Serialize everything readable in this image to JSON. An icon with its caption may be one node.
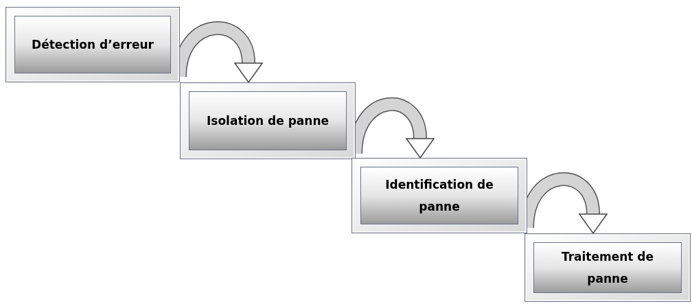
{
  "diagram": {
    "nodes": [
      {
        "text": [
          "Détection d’erreur"
        ]
      },
      {
        "text": [
          "Isolation de panne"
        ]
      },
      {
        "text": [
          "Identification de panne"
        ]
      },
      {
        "text": [
          "Traitement de panne"
        ]
      }
    ],
    "edges": [
      {
        "from": 0,
        "to": 1,
        "arrow": "to"
      },
      {
        "from": 1,
        "to": 2,
        "arrow": "to"
      },
      {
        "from": 2,
        "to": 3,
        "arrow": "to"
      }
    ]
  }
}
